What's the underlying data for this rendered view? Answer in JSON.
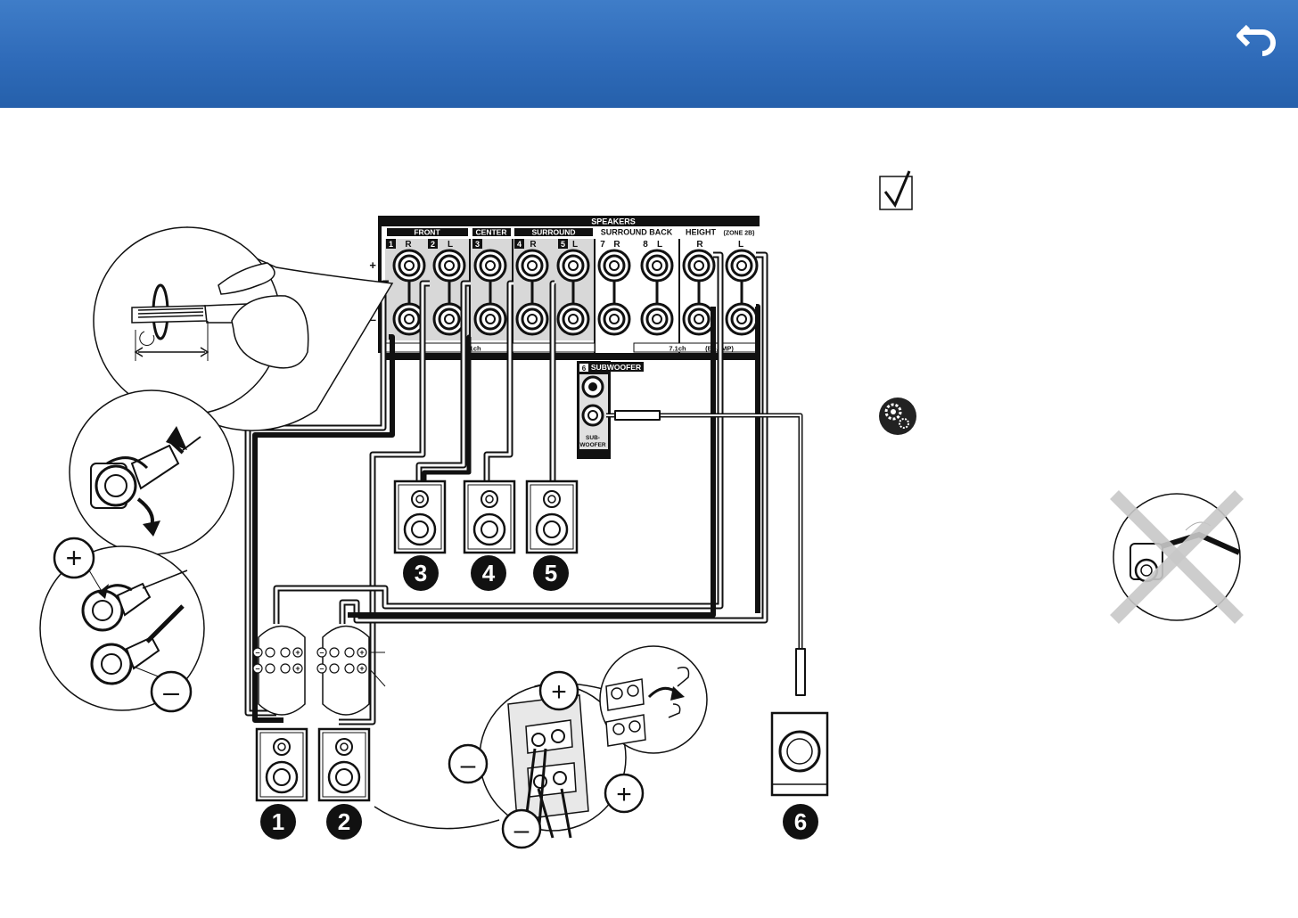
{
  "header": {
    "back_icon": "back-arrow-icon",
    "color": "#2f6bb9"
  },
  "panel": {
    "title": "SPEAKERS",
    "front": "FRONT",
    "center": "CENTER",
    "surround": "SURROUND",
    "surround_back": "SURROUND BACK",
    "height": "HEIGHT",
    "zone": "(ZONE 2B)",
    "ch_5_1": "5.1ch",
    "ch_7_1": "7.1ch",
    "biamp": "(BI-AMP)",
    "subwoofer": "SUBWOOFER",
    "sub_woofer_line1": "SUB-",
    "sub_woofer_line2": "WOOFER",
    "terminals": [
      {
        "num": "1",
        "side": "R"
      },
      {
        "num": "2",
        "side": "L"
      },
      {
        "num": "3",
        "side": ""
      },
      {
        "num": "4",
        "side": "R"
      },
      {
        "num": "5",
        "side": "L"
      },
      {
        "num": "7",
        "side": "R"
      },
      {
        "num": "8",
        "side": "L"
      },
      {
        "num": "",
        "side": "R"
      },
      {
        "num": "",
        "side": "L"
      }
    ],
    "sub_num": "6",
    "plus": "+",
    "minus": "–"
  },
  "speakers": [
    "1",
    "2",
    "3",
    "4",
    "5",
    "6"
  ],
  "polarity": {
    "plus": "+",
    "minus": "–"
  },
  "icons": {
    "checkbox": "checkbox-checked-icon",
    "settings": "settings-gears-icon",
    "wrong": "wrong-connection-icon"
  }
}
